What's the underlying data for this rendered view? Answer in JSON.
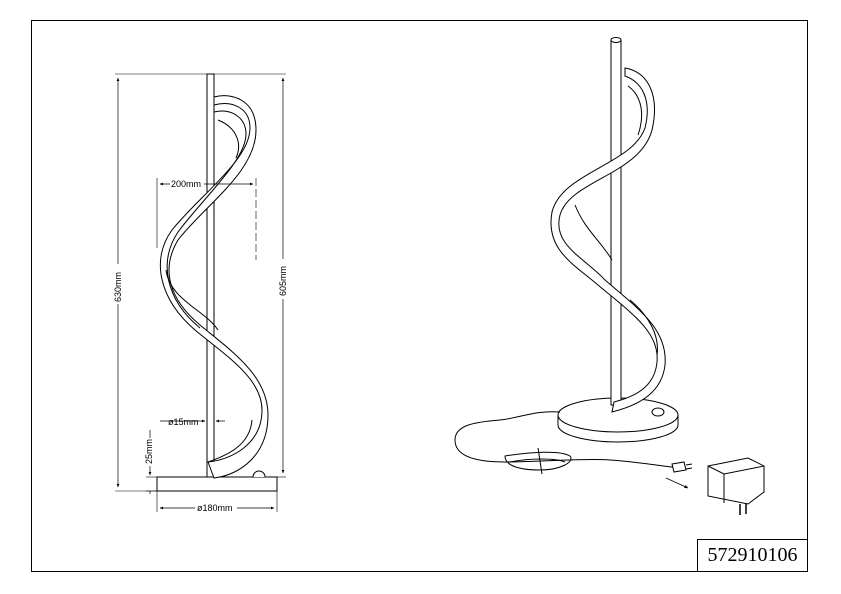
{
  "product_code": "572910106",
  "dimensions": {
    "total_height": "630mm",
    "arm_height": "605mm",
    "spiral_width": "200mm",
    "pole_diameter": "ø15mm",
    "base_height": "25mm",
    "base_diameter": "ø180mm"
  },
  "colors": {
    "line": "#000000",
    "background": "#ffffff"
  }
}
